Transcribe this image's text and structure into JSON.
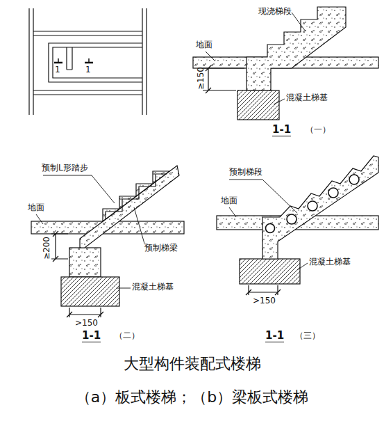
{
  "diagram": {
    "caption": "大型构件装配式楼梯",
    "labels": [
      "1",
      "1",
      "现浇梯段",
      "地面",
      "≥150",
      "混凝土梯基",
      "1-1",
      "（一）",
      "预制L形踏步",
      "地面",
      "≥200",
      "预制梯梁",
      "混凝土梯基",
      ">150",
      "1-1",
      "（二）",
      "预制梯段",
      "地面",
      "混凝土梯基",
      ">150",
      "1-1",
      "（三）",
      "（a）板式楼梯；（b）梁板式楼梯"
    ]
  }
}
